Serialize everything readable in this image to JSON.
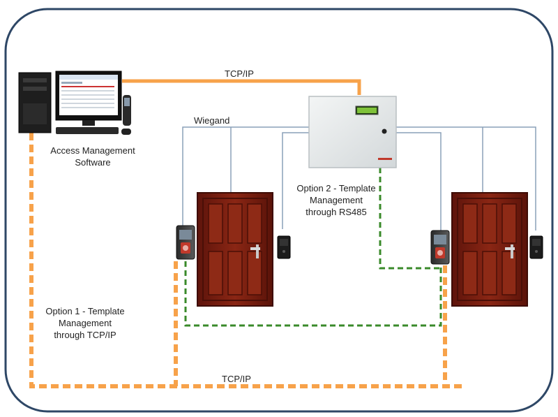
{
  "labels": {
    "software": [
      "Access Management",
      "Software"
    ],
    "tcpip_top": "TCP/IP",
    "wiegand": "Wiegand",
    "option2": [
      "Option 2 - Template",
      "Management",
      "through RS485"
    ],
    "option1": [
      "Option 1 - Template",
      "Management",
      "through TCP/IP"
    ],
    "tcpip_bottom": "TCP/IP"
  },
  "colors": {
    "tcp_line": "#f7a24a",
    "rs485_line": "#3a8a2a",
    "wiegand_line": "#8aa0b8",
    "frame": "#2e4766",
    "door": "#7a1f12",
    "panel": "#e6e9ea"
  },
  "icons": {
    "computer": "desktop-computer-icon",
    "controller": "access-controller-panel-icon",
    "door": "door-icon",
    "reader": "biometric-reader-icon"
  }
}
